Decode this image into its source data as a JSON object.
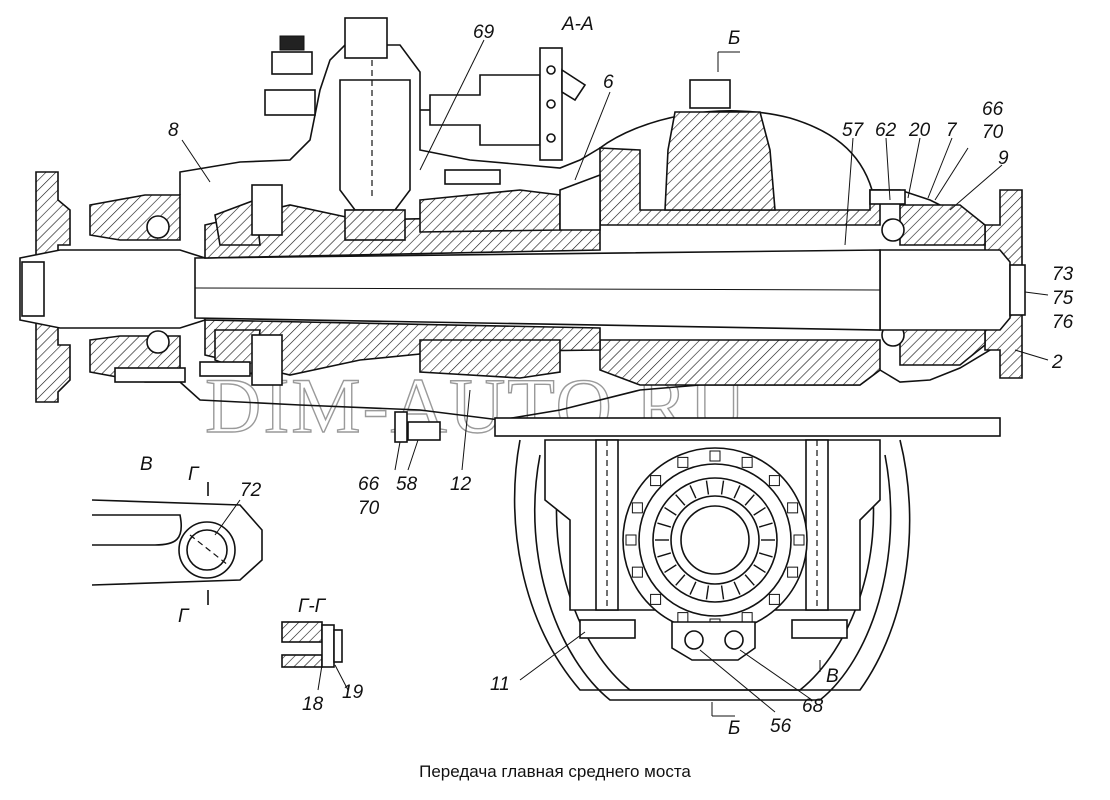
{
  "caption": "Передача главная среднего моста",
  "watermark": "DIM-AUTO.RU",
  "sections": {
    "aa": "А-А",
    "b_top": "Б",
    "b_bottom": "Б",
    "v_view": "В",
    "v_arrow": "В",
    "g_top": "Г",
    "g_bottom": "Г",
    "gg": "Г-Г"
  },
  "callouts": {
    "c8": "8",
    "c69": "69",
    "c6": "6",
    "c57": "57",
    "c62": "62",
    "c20": "20",
    "c7": "7",
    "c66a": "66",
    "c70a": "70",
    "c9": "9",
    "c73": "73",
    "c75": "75",
    "c76": "76",
    "c2": "2",
    "c66b": "66",
    "c70b": "70",
    "c58": "58",
    "c12": "12",
    "c72": "72",
    "c18": "18",
    "c19": "19",
    "c11": "11",
    "c56": "56",
    "c68": "68"
  }
}
